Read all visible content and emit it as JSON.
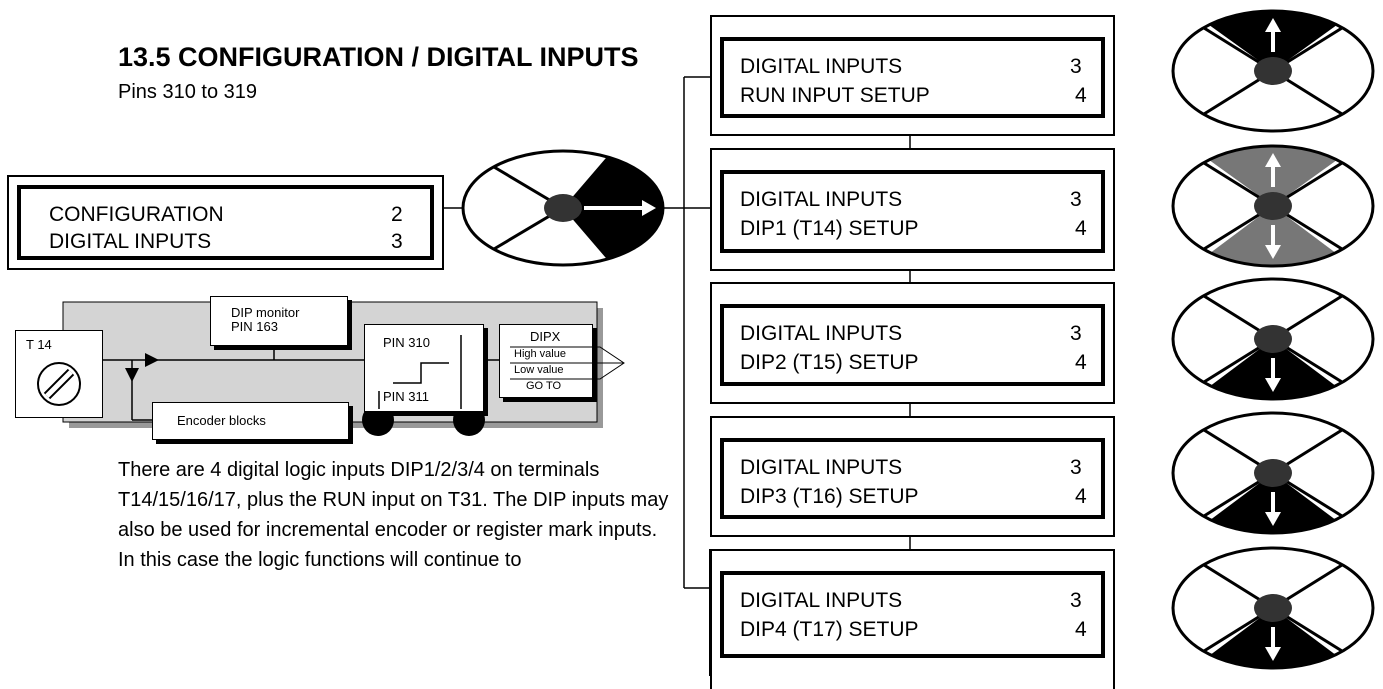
{
  "heading": "13.5 CONFIGURATION / DIGITAL INPUTS",
  "subheading": "Pins 310 to 319",
  "config_box": {
    "line1": "CONFIGURATION",
    "num1": "2",
    "line2": "DIGITAL INPUTS",
    "num2": "3"
  },
  "menu_boxes": [
    {
      "line1": "DIGITAL INPUTS",
      "num1": "3",
      "line2": "RUN INPUT SETUP",
      "num2": "4"
    },
    {
      "line1": "DIGITAL INPUTS",
      "num1": "3",
      "line2": "DIP1 (T14) SETUP",
      "num2": "4"
    },
    {
      "line1": "DIGITAL INPUTS",
      "num1": "3",
      "line2": "DIP2 (T15) SETUP",
      "num2": "4"
    },
    {
      "line1": "DIGITAL INPUTS",
      "num1": "3",
      "line2": "DIP3 (T16) SETUP",
      "num2": "4"
    },
    {
      "line1": "DIGITAL INPUTS",
      "num1": "3",
      "line2": "DIP4 (T17) SETUP",
      "num2": "4"
    }
  ],
  "block_diagram": {
    "terminal": "T 14",
    "monitor_line1": "DIP monitor",
    "monitor_line2": "PIN 163",
    "encoder": "Encoder blocks",
    "pin_high": "PIN 310",
    "pin_low": "PIN 311",
    "dipx_title": "DIPX",
    "high_value": "High value",
    "low_value": "Low value",
    "goto": "GO TO"
  },
  "keypad_icons": [
    "right-arrow-keypad-icon",
    "up-arrow-keypad-icon",
    "up-down-arrow-keypad-icon",
    "down-arrow-keypad-icon",
    "down-arrow-keypad-icon",
    "down-arrow-keypad-icon"
  ],
  "body_text": "There are 4 digital logic inputs DIP1/2/3/4 on terminals T14/15/16/17, plus the RUN input on T31. The DIP inputs may also be used for incremental encoder or register mark inputs. In this case the logic functions will continue to"
}
